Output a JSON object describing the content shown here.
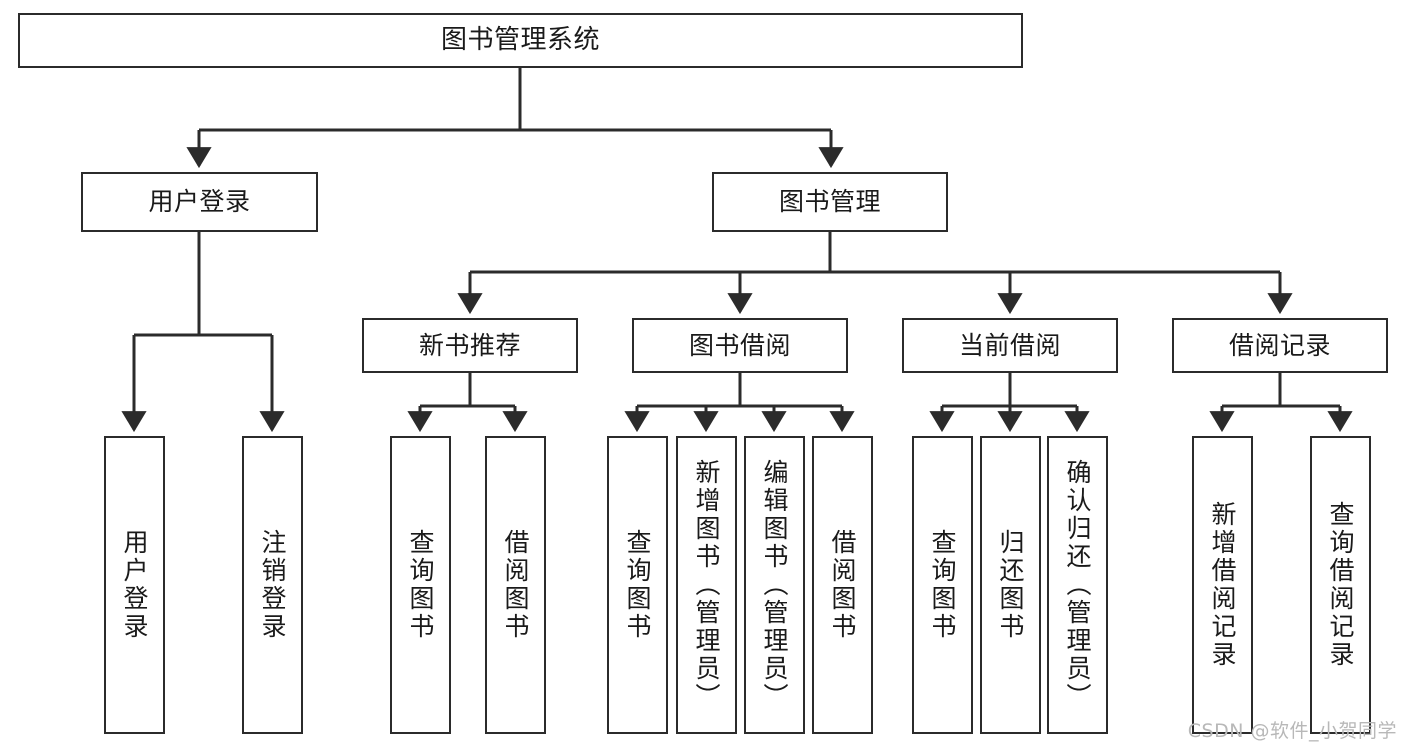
{
  "diagram": {
    "title": "图书管理系统",
    "watermark": "CSDN @软件_小贺同学",
    "line_color": "#2b2b2b",
    "box_fill": "#ffffff",
    "text_color": "#1a1a1a",
    "watermark_color": "#b8b8b8",
    "root": {
      "label": "图书管理系统"
    },
    "level2": [
      {
        "label": "用户登录"
      },
      {
        "label": "图书管理"
      }
    ],
    "level3": [
      {
        "label": "新书推荐"
      },
      {
        "label": "图书借阅"
      },
      {
        "label": "当前借阅"
      },
      {
        "label": "借阅记录"
      }
    ],
    "leaves": {
      "user_login": [
        {
          "label": "用户登录"
        },
        {
          "label": "注销登录"
        }
      ],
      "new_book": [
        {
          "label": "查询图书"
        },
        {
          "label": "借阅图书"
        }
      ],
      "book_borrow": [
        {
          "label": "查询图书"
        },
        {
          "label": "新增图书（管理员）"
        },
        {
          "label": "编辑图书（管理员）"
        },
        {
          "label": "借阅图书"
        }
      ],
      "current_borrow": [
        {
          "label": "查询图书"
        },
        {
          "label": "归还图书"
        },
        {
          "label": "确认归还（管理员）"
        }
      ],
      "borrow_record": [
        {
          "label": "新增借阅记录"
        },
        {
          "label": "查询借阅记录"
        }
      ]
    }
  }
}
